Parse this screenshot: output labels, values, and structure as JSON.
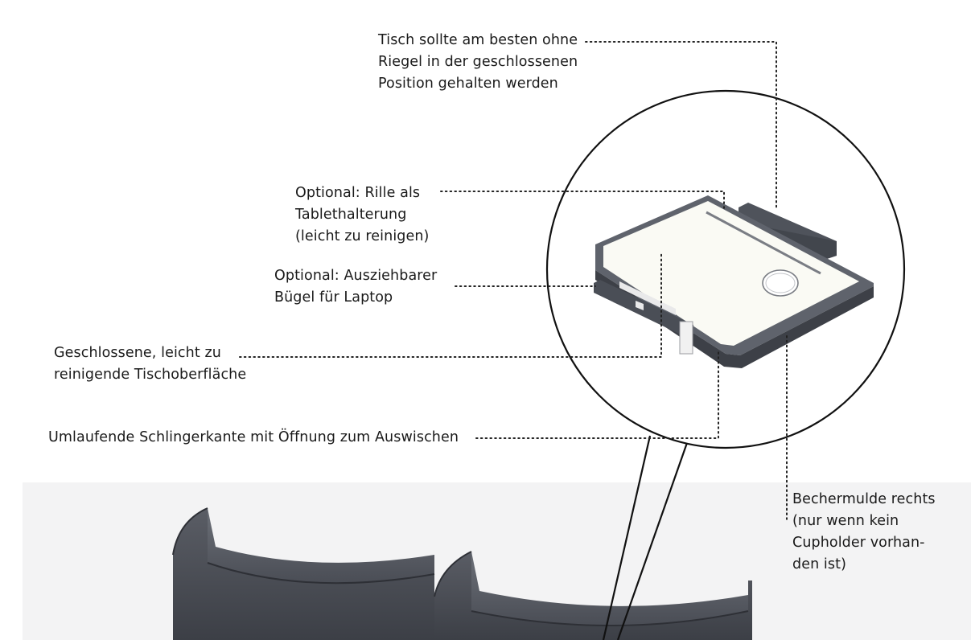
{
  "colors": {
    "background": "#ffffff",
    "text": "#1a1a1a",
    "tray_surface": "#fafaf4",
    "tray_frame": "#5f636c",
    "seat_shell": "#4a4d55"
  },
  "callouts": {
    "riegel": "Tisch sollte am besten ohne\nRiegel in der geschlossenen\nPosition gehalten werden",
    "rille": "Optional: Rille als\nTablethalterung\n(leicht zu reinigen)",
    "buegel": "Optional: Ausziehbarer\nBügel für Laptop",
    "oberflaeche": "Geschlossene, leicht zu\nreinigende Tischoberfläche",
    "schlingerkante": "Umlaufende Schlingerkante mit Öffnung zum Auswischen",
    "bechermulde": "Bechermulde rechts\n(nur wenn kein\nCupholder vorhan-\nden ist)"
  }
}
